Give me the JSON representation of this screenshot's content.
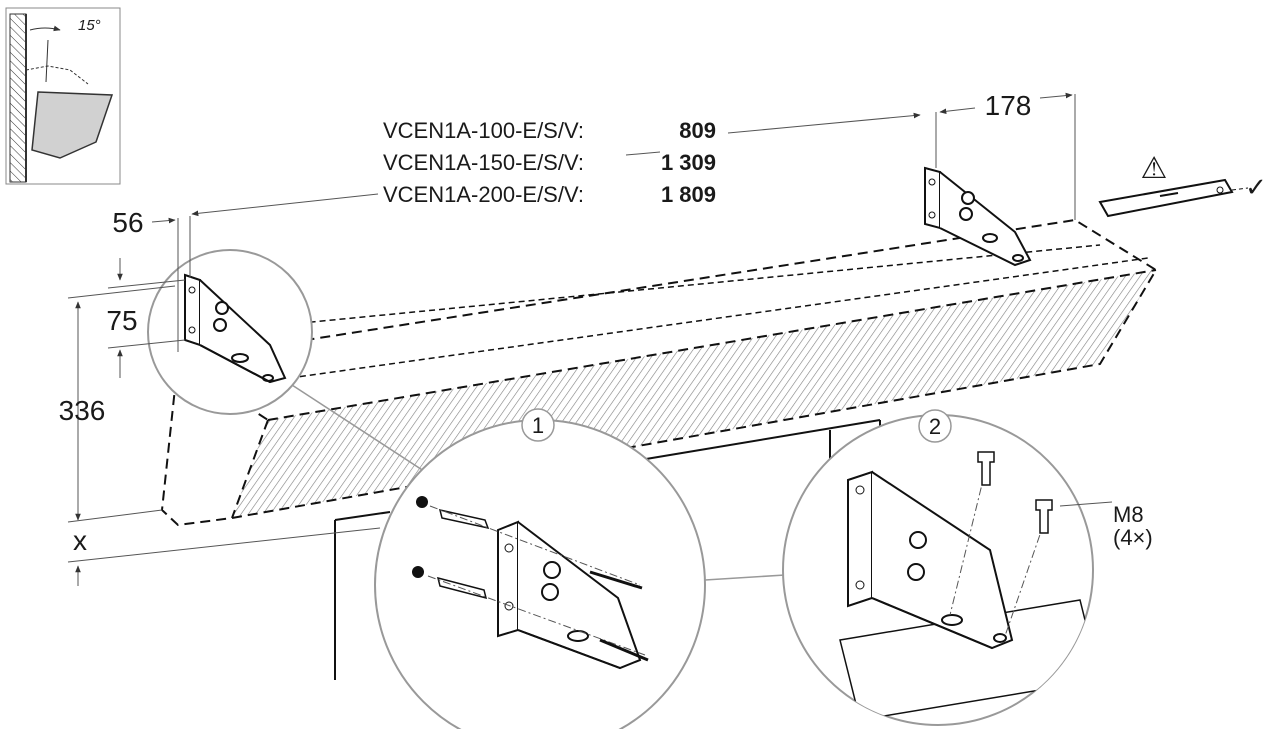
{
  "figure": {
    "inset_angle": "15°",
    "models": [
      {
        "name": "VCEN1A-100-E/S/V:",
        "value": "809"
      },
      {
        "name": "VCEN1A-150-E/S/V:",
        "value": "1 309"
      },
      {
        "name": "VCEN1A-200-E/S/V:",
        "value": "1 809"
      }
    ],
    "dimensions": {
      "end_offset": "178",
      "side_offset": "56",
      "bracket_height": "75",
      "unit_height": "336",
      "clearance": "x"
    },
    "steps": {
      "step1": "1",
      "step2": "2"
    },
    "fastener": {
      "size": "M8",
      "quantity": "(4×)"
    },
    "level": {
      "warning_symbol": "⚠",
      "check_symbol": "✓"
    }
  }
}
